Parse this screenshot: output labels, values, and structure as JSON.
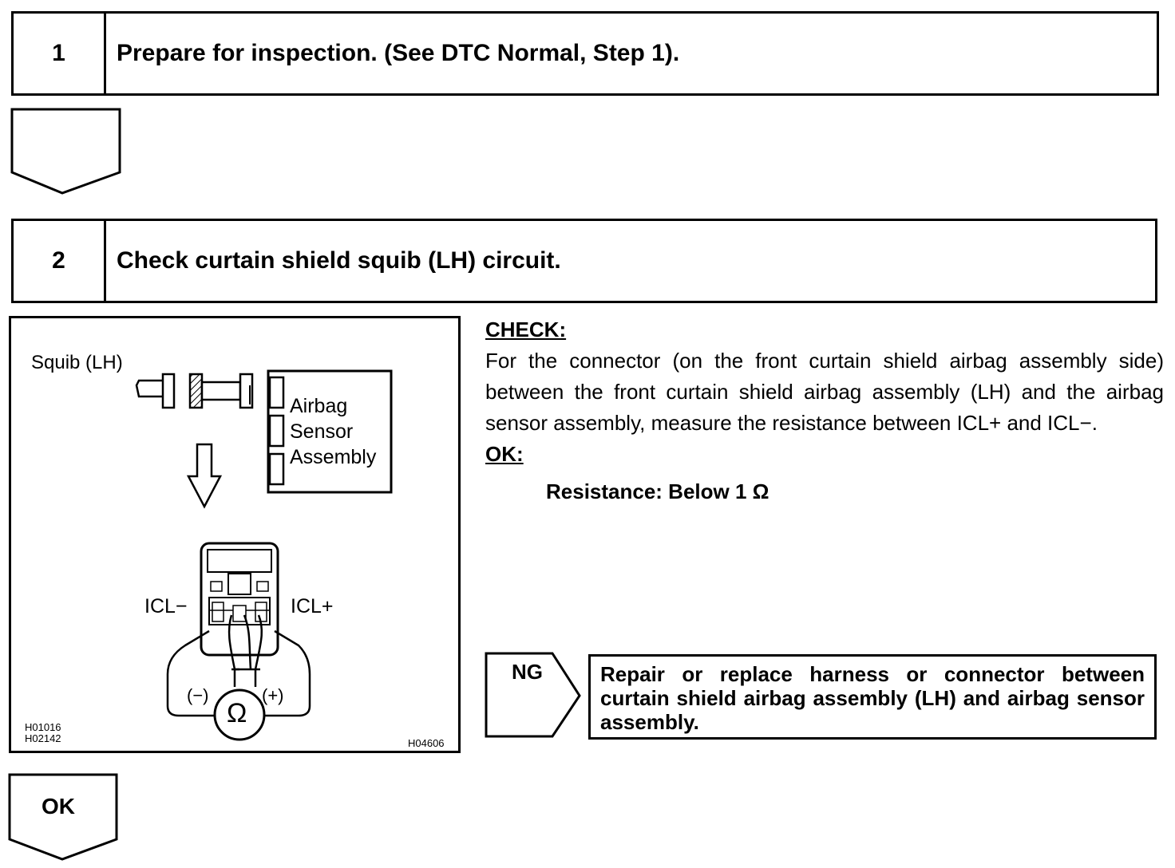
{
  "step1": {
    "number": "1",
    "title": "Prepare for inspection. (See DTC Normal, Step 1)."
  },
  "step2": {
    "number": "2",
    "title": "Check curtain shield squib (LH) circuit."
  },
  "diagram": {
    "squib_label": "Squib (LH)",
    "sensor_label_1": "Airbag",
    "sensor_label_2": "Sensor",
    "sensor_label_3": "Assembly",
    "icl_minus": "ICL−",
    "icl_plus": "ICL+",
    "minus": "(−)",
    "plus": "(+)",
    "ohm": "Ω",
    "code_left_1": "H01016",
    "code_left_2": "H02142",
    "code_right": "H04606"
  },
  "check": {
    "heading": "CHECK:",
    "text": "For the connector (on the front curtain shield airbag assembly side) between the front curtain shield airbag assembly (LH) and the airbag sensor assembly, measure the resistance between ICL+ and ICL−.",
    "ok_heading": "OK:",
    "spec": "Resistance: Below 1 Ω"
  },
  "ng": {
    "label": "NG",
    "action": "Repair or replace harness or connector between curtain shield airbag assembly (LH) and airbag sensor assembly."
  },
  "ok_flow": {
    "label": "OK"
  }
}
